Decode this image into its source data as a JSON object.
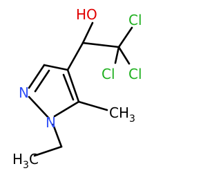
{
  "molecule": {
    "atoms": {
      "hydroxyl": "HO",
      "cl_top": "Cl",
      "cl_left": "Cl",
      "cl_right": "Cl",
      "nitrogen_ring": "N",
      "nitrogen_substituted": "N",
      "methyl_c": "CH",
      "methyl_sub": "3",
      "ethyl_h": "H",
      "ethyl_sub": "3",
      "ethyl_c": "C"
    },
    "colors": {
      "bond": "#000000",
      "carbon": "#000000",
      "oxygen": "#e00000",
      "nitrogen": "#3050f8",
      "chlorine": "#1fb01f"
    }
  }
}
